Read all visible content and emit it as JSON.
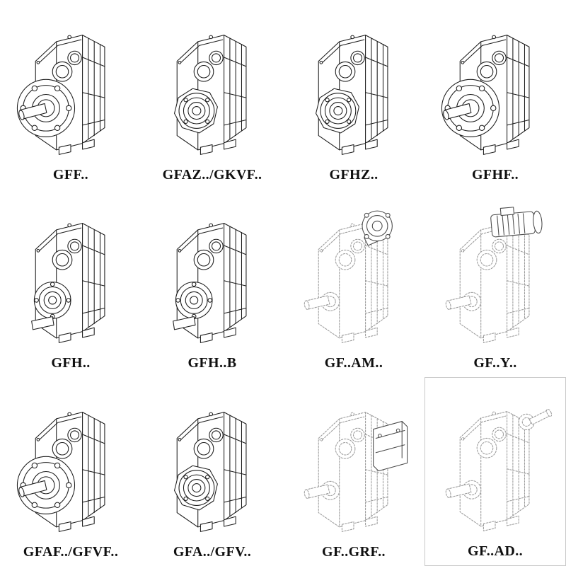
{
  "page": {
    "kind": "gearbox-catalog-drawing-sheet",
    "background": "#ffffff"
  },
  "colors": {
    "ink": "#1c1c1c",
    "ghost": "#9b9b9b",
    "label": "#101010"
  },
  "grid": {
    "columns": 4,
    "rows": 3,
    "items": [
      {
        "label": "GFF..",
        "drawing": "flange-output-gearbox"
      },
      {
        "label": "GFAZ../GKVF..",
        "drawing": "hollow-shaft-gearbox"
      },
      {
        "label": "GFHZ..",
        "drawing": "hollow-shaft-gearbox"
      },
      {
        "label": "GFHF..",
        "drawing": "flange-output-gearbox"
      },
      {
        "label": "GFH..",
        "drawing": "foot-mounted-gearbox"
      },
      {
        "label": "GFH..B",
        "drawing": "foot-mounted-gearbox"
      },
      {
        "label": "GF..AM..",
        "drawing": "gearbox-with-motor-adapter-flange"
      },
      {
        "label": "GF..Y..",
        "drawing": "gearbox-with-mounted-motor"
      },
      {
        "label": "GFAF../GFVF..",
        "drawing": "flange-output-gearbox"
      },
      {
        "label": "GFA../GFV..",
        "drawing": "hollow-shaft-gearbox"
      },
      {
        "label": "GF..GRF..",
        "drawing": "gearbox-with-input-assembly"
      },
      {
        "label": "GF..AD..",
        "drawing": "gearbox-with-input-shaft-adapter"
      }
    ]
  }
}
